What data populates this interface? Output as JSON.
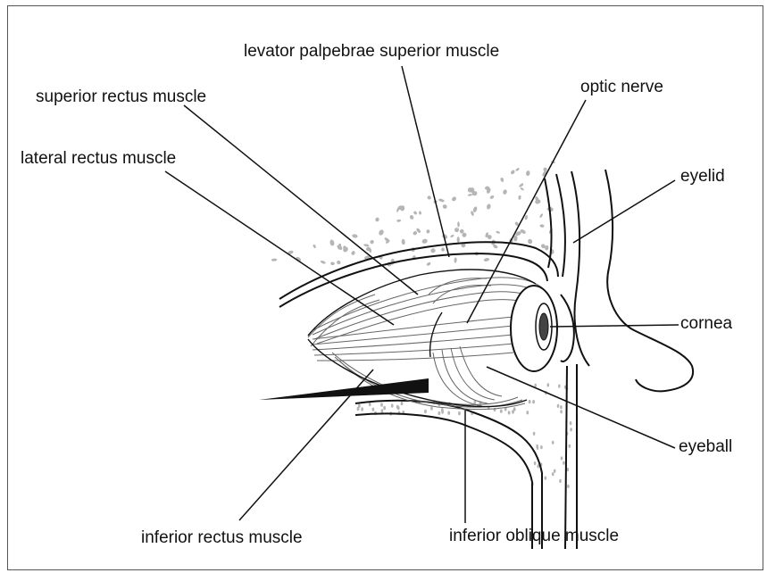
{
  "labels": {
    "levator": "levator palpebrae superior muscle",
    "superior_rectus": "superior rectus muscle",
    "optic_nerve": "optic nerve",
    "lateral_rectus": "lateral rectus muscle",
    "eyelid": "eyelid",
    "cornea": "cornea",
    "eyeball": "eyeball",
    "inferior_rectus": "inferior rectus muscle",
    "inferior_oblique": "inferior oblique muscle"
  },
  "colors": {
    "line": "#111111",
    "stipple": "#b5b5b5",
    "muscle_stroke": "#666666",
    "background": "#ffffff"
  }
}
